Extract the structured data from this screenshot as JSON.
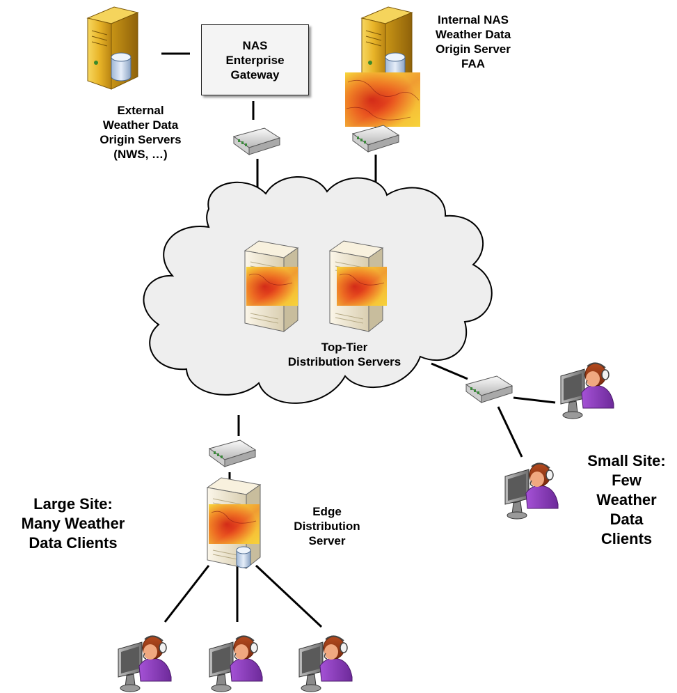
{
  "gateway": {
    "lines": [
      "NAS",
      "Enterprise",
      "Gateway"
    ]
  },
  "external_servers": {
    "lines": [
      "External",
      "Weather Data",
      "Origin Servers",
      "(NWS, …)"
    ]
  },
  "internal_server": {
    "lines": [
      "Internal NAS",
      "Weather Data",
      "Origin Server",
      "FAA"
    ]
  },
  "top_tier": {
    "lines": [
      "Top-Tier",
      "Distribution Servers"
    ]
  },
  "edge_server": {
    "lines": [
      "Edge",
      "Distribution",
      "Server"
    ]
  },
  "large_site": {
    "lines": [
      "Large Site:",
      "Many Weather",
      "Data Clients"
    ]
  },
  "small_site": {
    "lines": [
      "Small Site:",
      "Few",
      "Weather",
      "Data",
      "Clients"
    ]
  },
  "colors": {
    "server_gold": "#d9a520",
    "server_beige": "#efe6cf",
    "cloud_fill": "#eeeeee",
    "router_gray": "#d8d8d8",
    "client_purple": "#8a3fb8",
    "weather_red": "#e0201a",
    "weather_yellow": "#f6e23a"
  }
}
